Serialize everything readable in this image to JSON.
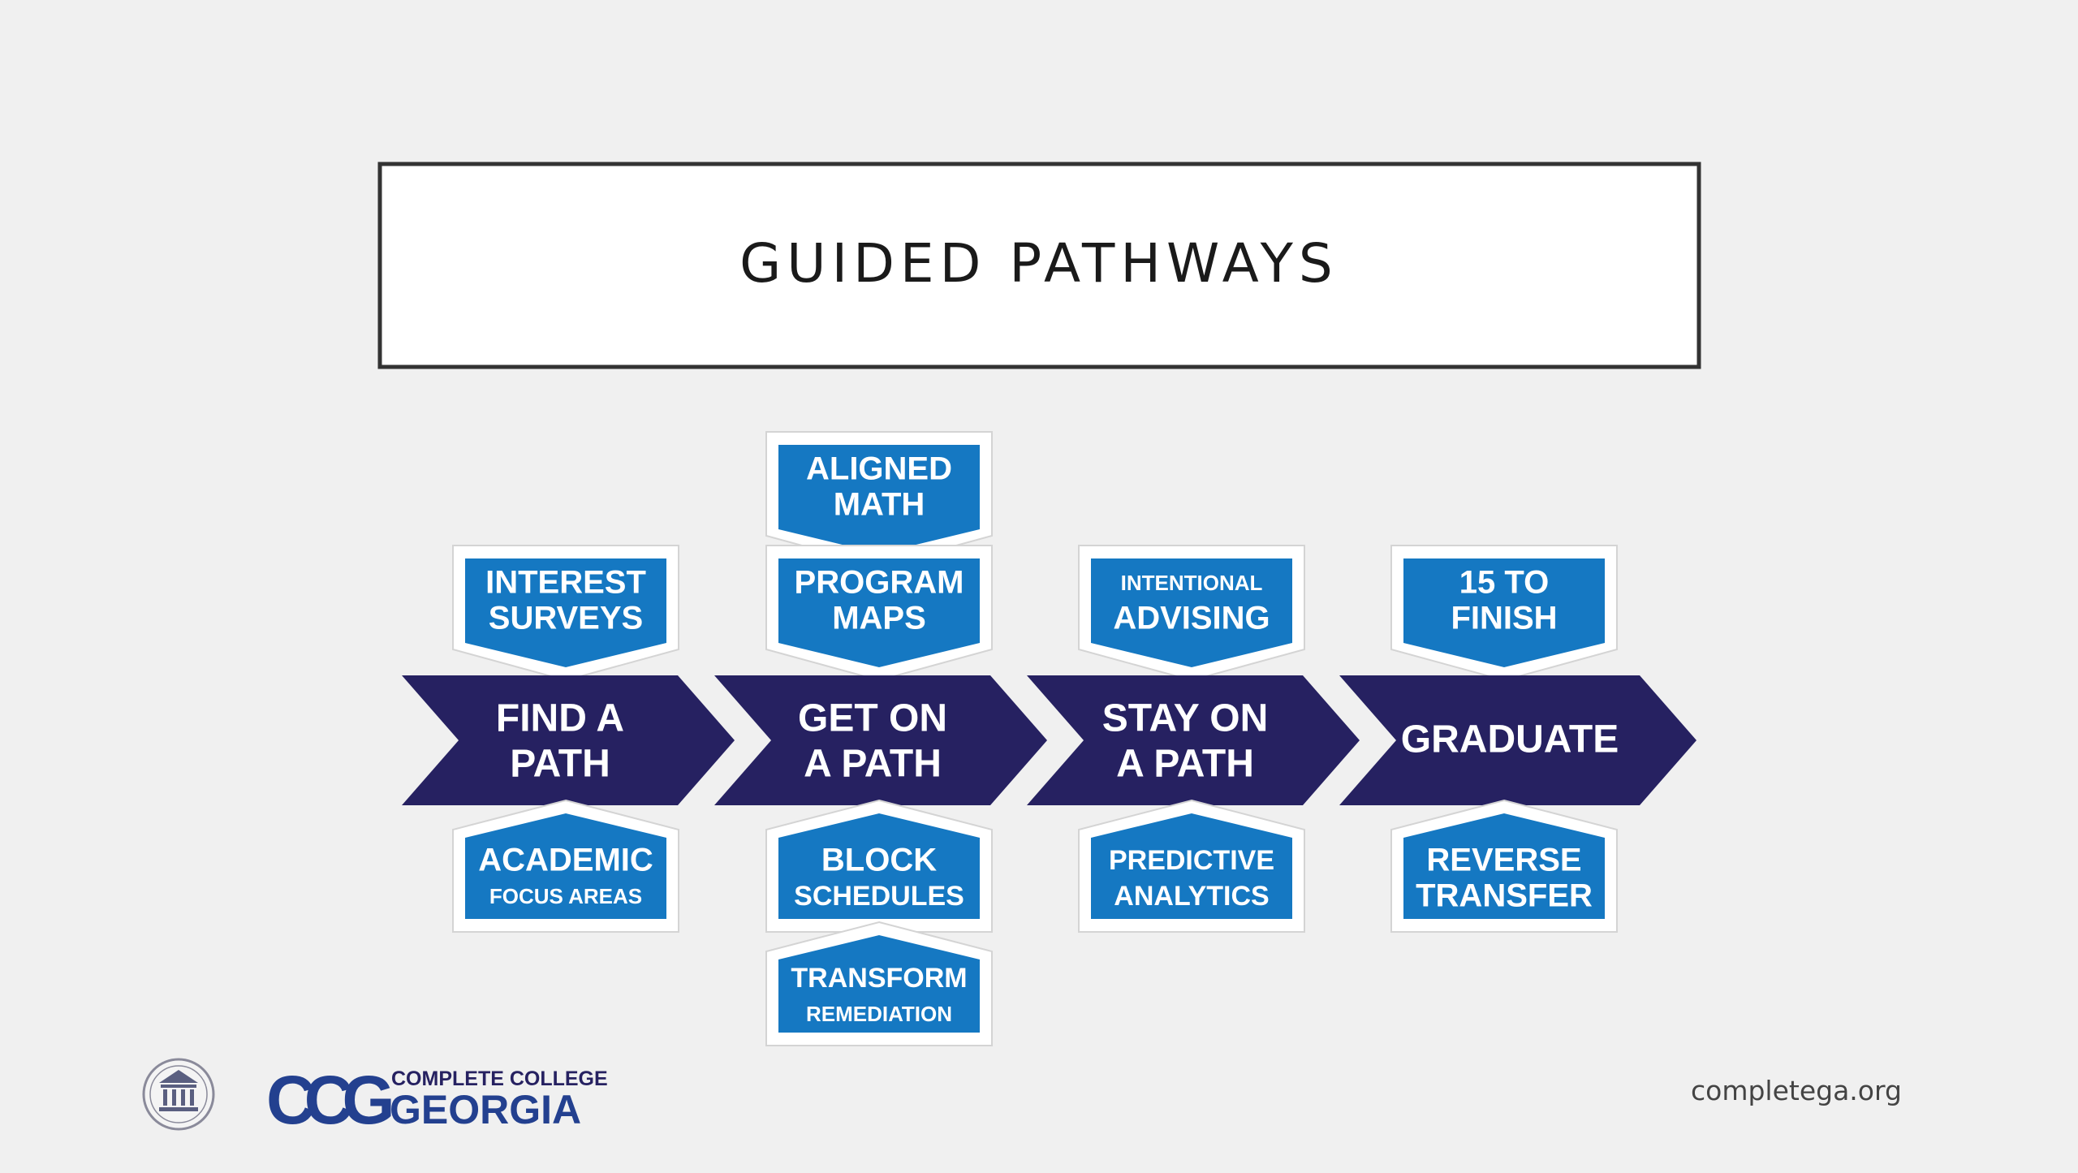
{
  "slide": {
    "title": "GUIDED PATHWAYS",
    "footer_url": "completega.org"
  },
  "logo": {
    "mark": "CCG",
    "line1": "COMPLETE COLLEGE",
    "line2": "GEORGIA",
    "seal_icon": "university-seal-icon"
  },
  "colors": {
    "stage_arrow": "#262161",
    "box_blue": "#1578c2",
    "box_frame": "#ffffff",
    "background": "#f0f0f0",
    "title_border": "#333333"
  },
  "stages": [
    {
      "label": [
        "FIND A",
        "PATH"
      ],
      "above": [
        {
          "lines": [
            "INTEREST",
            "SURVEYS"
          ]
        }
      ],
      "below": [
        {
          "lines": [
            "ACADEMIC",
            "FOCUS AREAS"
          ]
        }
      ]
    },
    {
      "label": [
        "GET ON",
        "A PATH"
      ],
      "above": [
        {
          "lines": [
            "PROGRAM",
            "MAPS"
          ]
        },
        {
          "lines": [
            "ALIGNED",
            "MATH"
          ]
        }
      ],
      "below": [
        {
          "lines": [
            "BLOCK",
            "SCHEDULES"
          ]
        },
        {
          "lines": [
            "TRANSFORM",
            "REMEDIATION"
          ]
        }
      ]
    },
    {
      "label": [
        "STAY ON",
        "A PATH"
      ],
      "above": [
        {
          "lines": [
            "INTENTIONAL",
            "ADVISING"
          ]
        }
      ],
      "below": [
        {
          "lines": [
            "PREDICTIVE",
            "ANALYTICS"
          ]
        }
      ]
    },
    {
      "label": [
        "GRADUATE"
      ],
      "above": [
        {
          "lines": [
            "15 TO",
            "FINISH"
          ]
        }
      ],
      "below": [
        {
          "lines": [
            "REVERSE",
            "TRANSFER"
          ]
        }
      ]
    }
  ]
}
